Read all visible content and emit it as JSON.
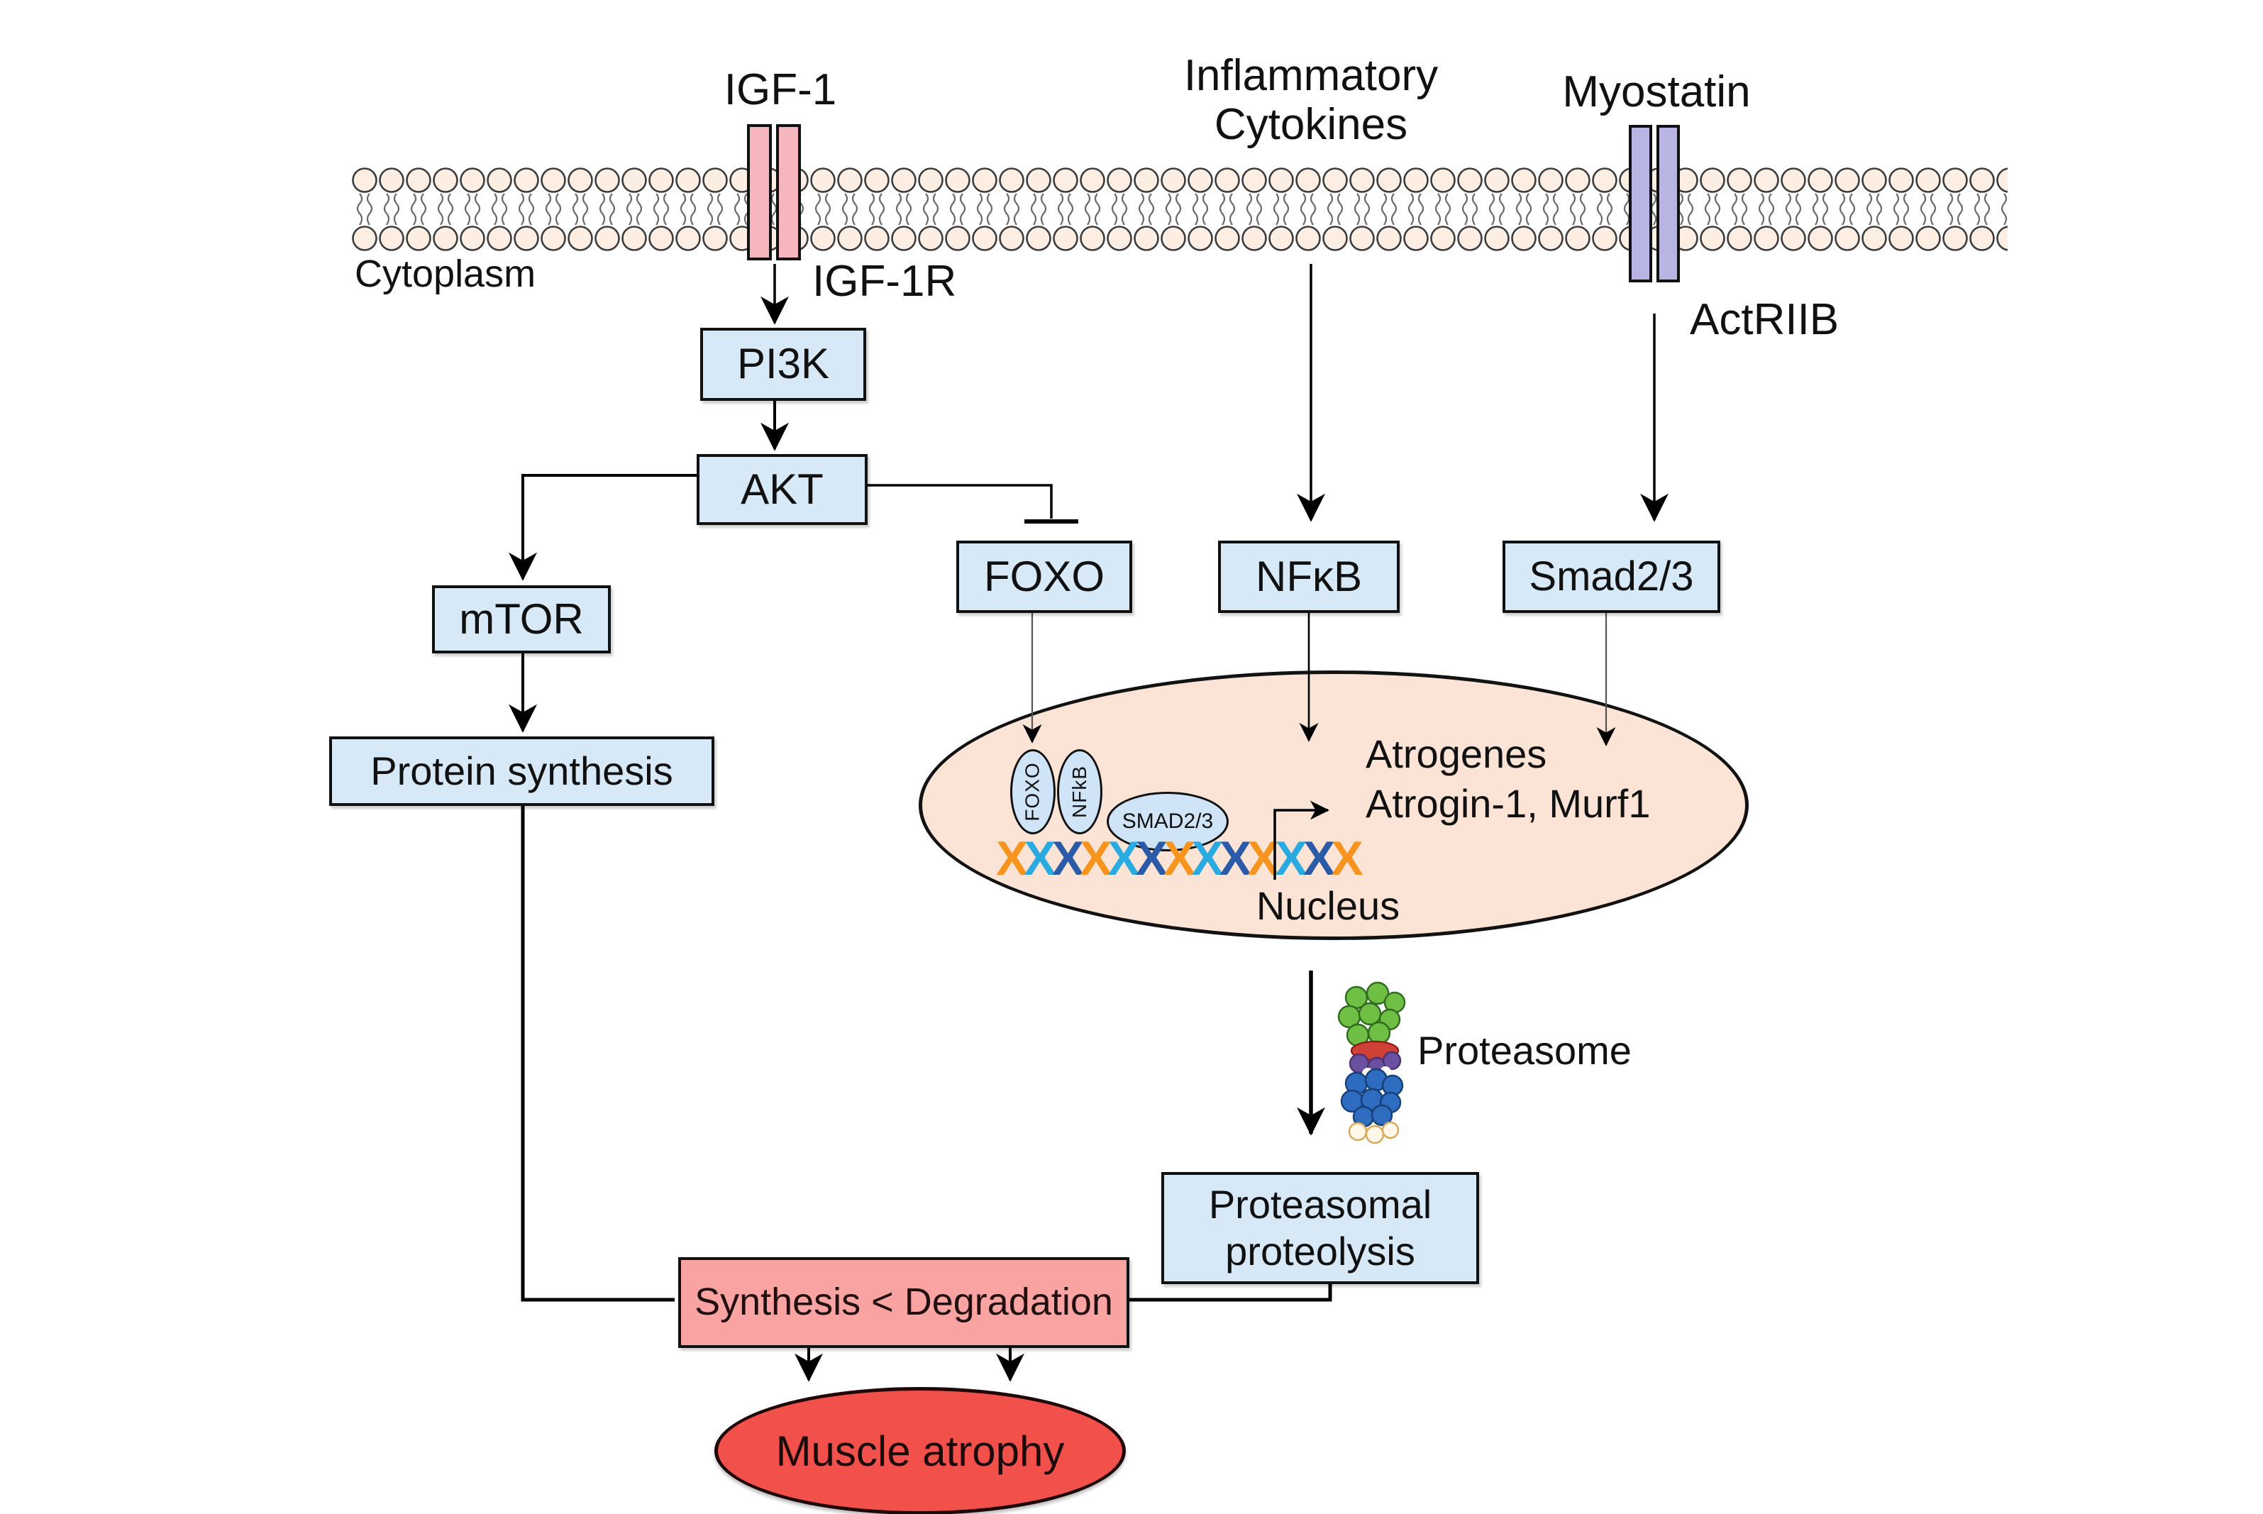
{
  "colors": {
    "box_fill": "#d7e9f7",
    "box_border": "#111111",
    "pink_fill": "#f9a3a3",
    "red_fill": "#f2504b",
    "nucleus_fill": "#fbe4d6",
    "oval_fill": "#cfe4f6",
    "igf1r_fill": "#f6b6bd",
    "actriib_fill": "#b8b4e4",
    "membrane_head": "#fdeee4",
    "dna_strands": [
      "#f7941e",
      "#29abe2",
      "#2b5ba8"
    ]
  },
  "membrane": {
    "cytoplasm_label": "Cytoplasm"
  },
  "ligands": {
    "igf1": "IGF-1",
    "igf1r": "IGF-1R",
    "inflammatory_line1": "Inflammatory",
    "inflammatory_line2": "Cytokines",
    "myostatin": "Myostatin",
    "actriib": "ActRIIB"
  },
  "boxes": {
    "pi3k": "PI3K",
    "akt": "AKT",
    "mtor": "mTOR",
    "protein_synthesis": "Protein synthesis",
    "foxo": "FOXO",
    "nfkb": "NFκB",
    "smad23": "Smad2/3",
    "proteolysis_line1": "Proteasomal",
    "proteolysis_line2": "proteolysis",
    "synthesis_degradation": "Synthesis < Degradation"
  },
  "nucleus": {
    "label": "Nucleus",
    "foxo_oval": "FOXO",
    "nfkb_oval": "NFkB",
    "smad_oval": "SMAD2/3",
    "atrogenes_line1": "Atrogenes",
    "atrogenes_line2": "Atrogin-1, Murf1",
    "dna": {
      "char": "X",
      "count": 13
    }
  },
  "proteasome": {
    "label": "Proteasome"
  },
  "outcome": {
    "muscle_atrophy": "Muscle atrophy"
  }
}
